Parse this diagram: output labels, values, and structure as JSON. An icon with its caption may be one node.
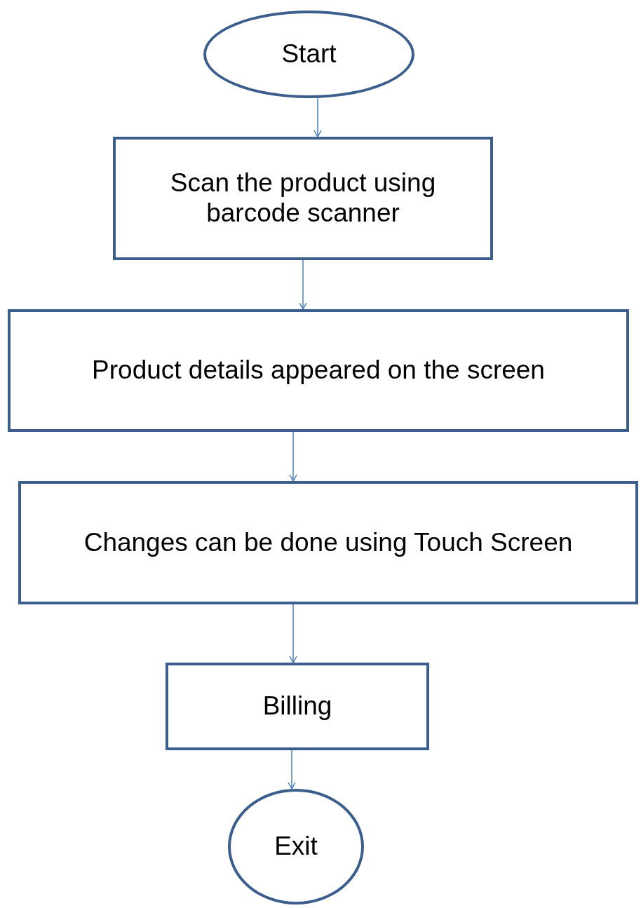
{
  "diagram": {
    "nodes": [
      {
        "text": [
          "Start"
        ]
      },
      {
        "text": [
          "Scan the product using barcode scanner"
        ]
      },
      {
        "text": [
          "Product details appeared on the screen"
        ]
      },
      {
        "text": [
          "Changes can be done using Touch Screen"
        ]
      },
      {
        "text": [
          "Billing"
        ]
      },
      {
        "text": [
          "Exit"
        ]
      }
    ],
    "edges": [
      {
        "from": 0,
        "to": 1,
        "arrow": "to"
      },
      {
        "from": 1,
        "to": 2,
        "arrow": "to"
      },
      {
        "from": 2,
        "to": 3,
        "arrow": "to"
      },
      {
        "from": 3,
        "to": 4,
        "arrow": "to"
      },
      {
        "from": 4,
        "to": 5,
        "arrow": "to"
      }
    ]
  }
}
